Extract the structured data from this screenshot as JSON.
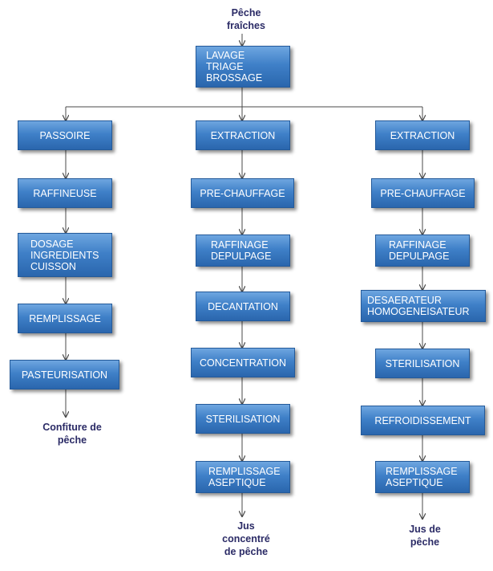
{
  "input_label": [
    "Pêche",
    "fraîches"
  ],
  "top_box": [
    "LAVAGE",
    "TRIAGE",
    "BROSSAGE"
  ],
  "col1": {
    "steps": [
      [
        "PASSOIRE"
      ],
      [
        "RAFFINEUSE"
      ],
      [
        "DOSAGE",
        "INGREDIENTS",
        "CUISSON"
      ],
      [
        "REMPLISSAGE"
      ],
      [
        "PASTEURISATION"
      ]
    ],
    "output": [
      "Confiture de",
      "pêche"
    ]
  },
  "col2": {
    "steps": [
      [
        "EXTRACTION"
      ],
      [
        "PRE-CHAUFFAGE"
      ],
      [
        "RAFFINAGE",
        "DEPULPAGE"
      ],
      [
        "DECANTATION"
      ],
      [
        "CONCENTRATION"
      ],
      [
        "STERILISATION"
      ],
      [
        "REMPLISSAGE",
        "ASEPTIQUE"
      ]
    ],
    "output": [
      "Jus",
      "concentré",
      "de pêche"
    ]
  },
  "col3": {
    "steps": [
      [
        "EXTRACTION"
      ],
      [
        "PRE-CHAUFFAGE"
      ],
      [
        "RAFFINAGE",
        "DEPULPAGE"
      ],
      [
        "DESAERATEUR",
        "HOMOGENEISATEUR"
      ],
      [
        "STERILISATION"
      ],
      [
        "REFROIDISSEMENT"
      ],
      [
        "REMPLISSAGE",
        "ASEPTIQUE"
      ]
    ],
    "output": [
      "Jus de",
      "pêche"
    ]
  },
  "colors": {
    "box": "#3f80c8",
    "line": "#4a4a4a",
    "caption": "#2b2b66"
  }
}
